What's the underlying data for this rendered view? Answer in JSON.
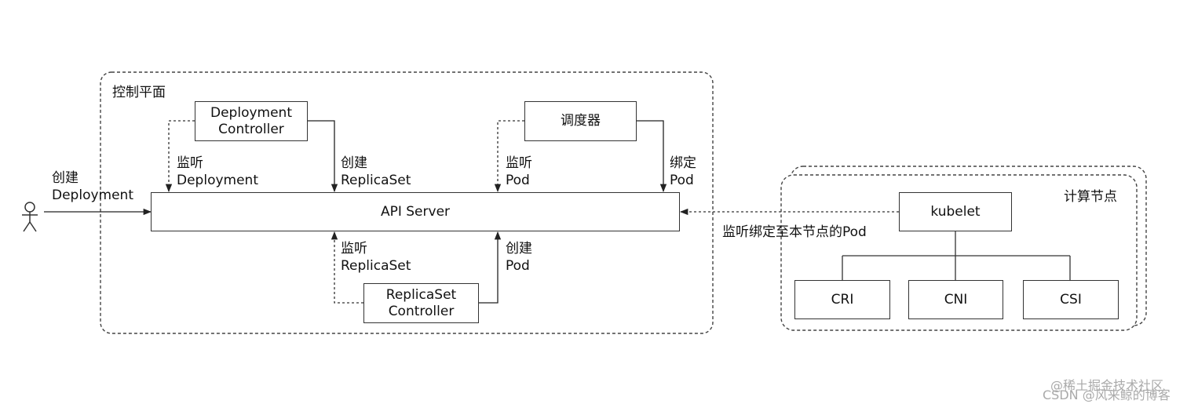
{
  "control_plane": {
    "title": "控制平面",
    "boxes": {
      "deployment_controller": [
        "Deployment",
        "Controller"
      ],
      "scheduler": "调度器",
      "api_server": "API Server",
      "replicaset_controller": [
        "ReplicaSet",
        "Controller"
      ]
    },
    "edges": {
      "user_create": [
        "创建",
        "Deployment"
      ],
      "watch_deployment": [
        "监听",
        "Deployment"
      ],
      "create_replicaset": [
        "创建",
        "ReplicaSet"
      ],
      "watch_pod": [
        "监听",
        "Pod"
      ],
      "bind_pod": [
        "绑定",
        "Pod"
      ],
      "watch_replicaset": [
        "监听",
        "ReplicaSet"
      ],
      "create_pod": [
        "创建",
        "Pod"
      ],
      "watch_bound_pod": "监听绑定至本节点的Pod"
    }
  },
  "compute_node": {
    "title": "计算节点",
    "kubelet": "kubelet",
    "plugins": [
      "CRI",
      "CNI",
      "CSI"
    ]
  },
  "watermark": [
    "@稀土掘金技术社区",
    "CSDN @风来鲸的博客"
  ]
}
